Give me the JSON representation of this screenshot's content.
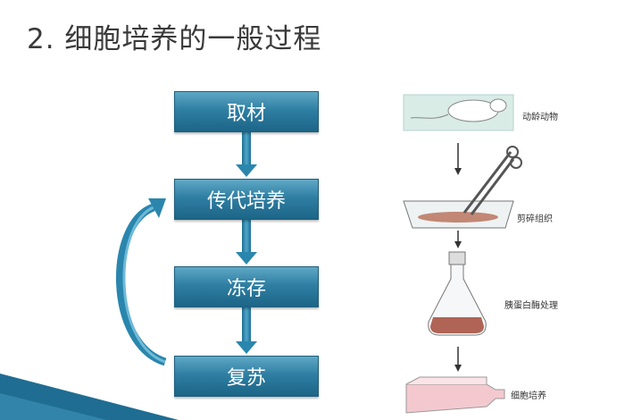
{
  "title": "2. 细胞培养的一般过程",
  "flow": {
    "steps": [
      "取材",
      "传代培养",
      "冻存",
      "复苏"
    ]
  },
  "illustration": {
    "labels": [
      "动龄动物",
      "剪碎组织",
      "胰蛋白酶处理",
      "细胞培养"
    ]
  },
  "colors": {
    "box_top": "#5fa8c6",
    "box_bottom": "#1c6587",
    "arrow": "#2a86ad",
    "corner": "#1f6d92"
  }
}
